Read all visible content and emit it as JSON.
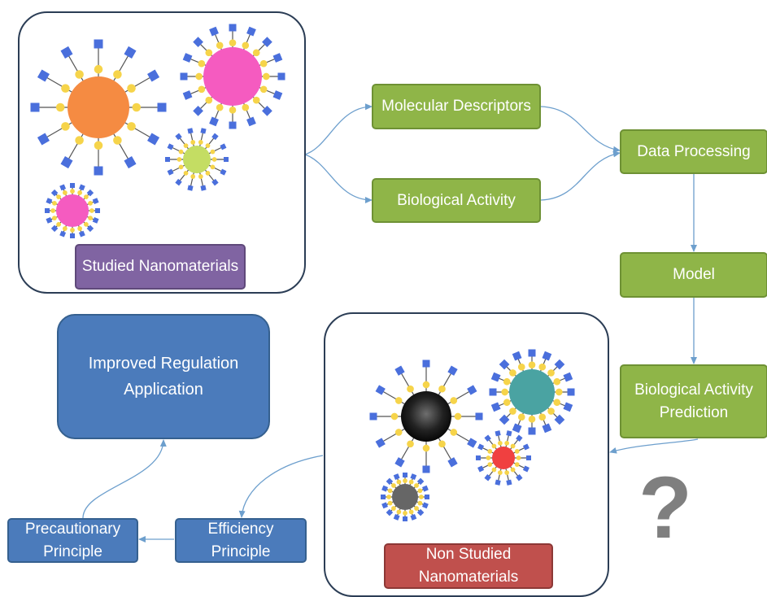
{
  "nodes": {
    "molecular_descriptors": "Molecular Descriptors",
    "biological_activity": "Biological Activity",
    "data_processing": "Data Processing",
    "model": "Model",
    "biological_activity_prediction": "Biological Activity Prediction",
    "improved_regulation_application": "Improved Regulation Application",
    "precautionary_principle": "Precautionary Principle",
    "efficiency_principle": "Efficiency Principle",
    "studied_nanomaterials": "Studied Nanomaterials",
    "non_studied_nanomaterials": "Non Studied Nanomaterials"
  },
  "unknown_marker": "?",
  "icons": {
    "nanoparticle_core_colors": [
      "#f58b42",
      "#f55bc0",
      "#c4dd63",
      "#f55bc0",
      "#111111",
      "#4aa3a2",
      "#f04040",
      "#666666"
    ],
    "ligand_bead_color": "#f6d44a",
    "ligand_head_color": "#4a6fdc"
  },
  "colors": {
    "green": "#8fb548",
    "blue": "#4b7bbb",
    "purple": "#8064a2",
    "red": "#c0504d",
    "connector": "#6d9fcd",
    "question_mark": "#7f7f7f"
  }
}
